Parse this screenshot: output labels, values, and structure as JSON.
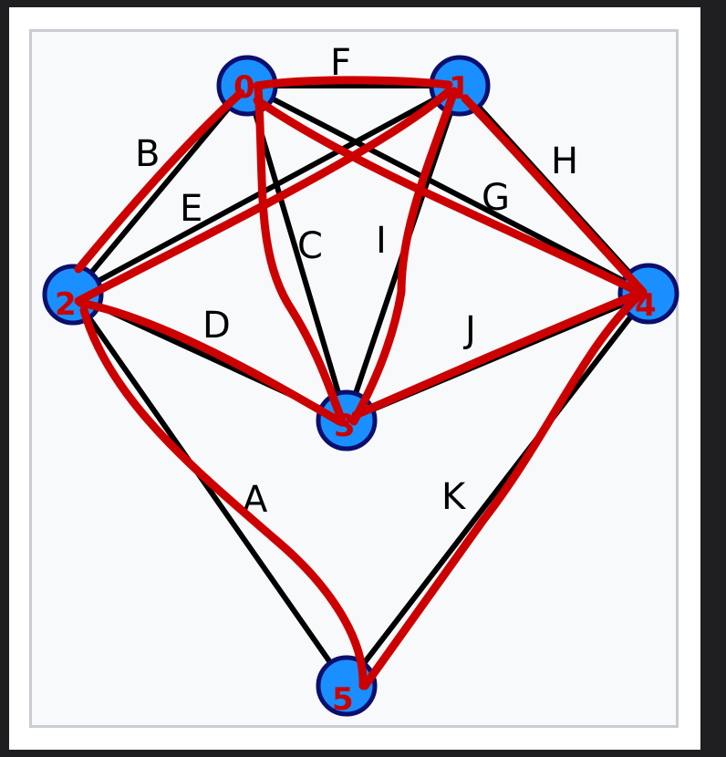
{
  "colors": {
    "node_fill": "#1a8fff",
    "node_stroke": "#0a0f6e",
    "edge": "#000000",
    "overlay": "#cc0000",
    "frame_bg": "#f7f9fa",
    "frame_border": "#c9cdd2",
    "outer_bg": "#1f1f22"
  },
  "edges": [
    {
      "id": "A",
      "label": "A",
      "from": "left",
      "to": "bottom"
    },
    {
      "id": "B",
      "label": "B",
      "from": "left",
      "to": "top_left"
    },
    {
      "id": "C",
      "label": "C",
      "from": "top_left",
      "to": "center"
    },
    {
      "id": "D",
      "label": "D",
      "from": "left",
      "to": "center"
    },
    {
      "id": "E",
      "label": "E",
      "from": "left",
      "to": "top_right"
    },
    {
      "id": "F",
      "label": "F",
      "from": "top_left",
      "to": "top_right"
    },
    {
      "id": "G",
      "label": "G",
      "from": "top_left",
      "to": "right"
    },
    {
      "id": "H",
      "label": "H",
      "from": "top_right",
      "to": "right"
    },
    {
      "id": "I",
      "label": "I",
      "from": "center",
      "to": "top_right"
    },
    {
      "id": "J",
      "label": "J",
      "from": "center",
      "to": "right"
    },
    {
      "id": "K",
      "label": "K",
      "from": "bottom",
      "to": "right"
    }
  ],
  "handwritten_digits": {
    "top_left": "0",
    "top_right": "1",
    "left": "2",
    "center": "3",
    "right": "4",
    "bottom": "5"
  }
}
